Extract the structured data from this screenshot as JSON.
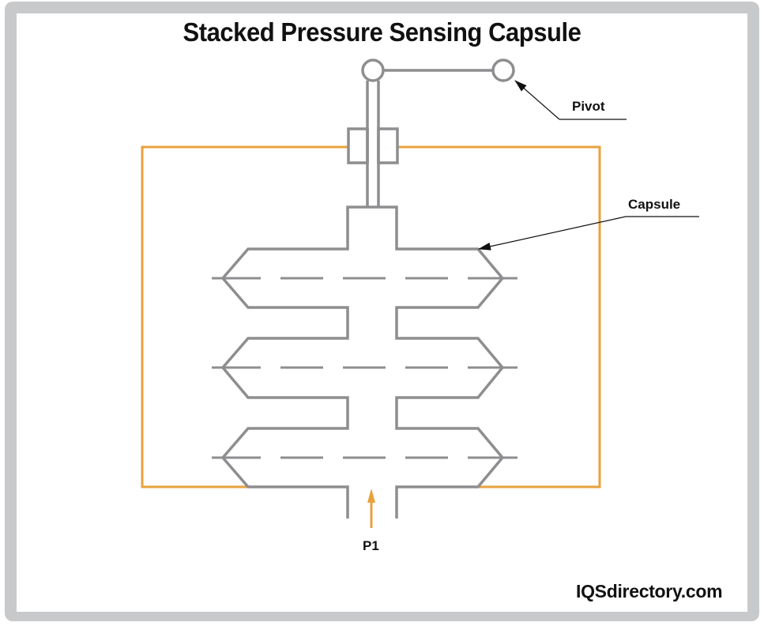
{
  "title": "Stacked Pressure Sensing Capsule",
  "labels": {
    "pivot": "Pivot",
    "capsule": "Capsule",
    "inlet": "P1"
  },
  "watermark": "IQSdirectory.com",
  "colors": {
    "frame": "#c8c9cb",
    "housing": "#e8a23c",
    "mechanism": "#8e8e91",
    "leader": "#111111",
    "pressure_arrow": "#e8a23c"
  },
  "capsule_stack": {
    "count": 3
  },
  "components": [
    "lever",
    "pivot",
    "rod",
    "seal",
    "housing",
    "capsule stack",
    "inlet port",
    "pressure arrow"
  ]
}
